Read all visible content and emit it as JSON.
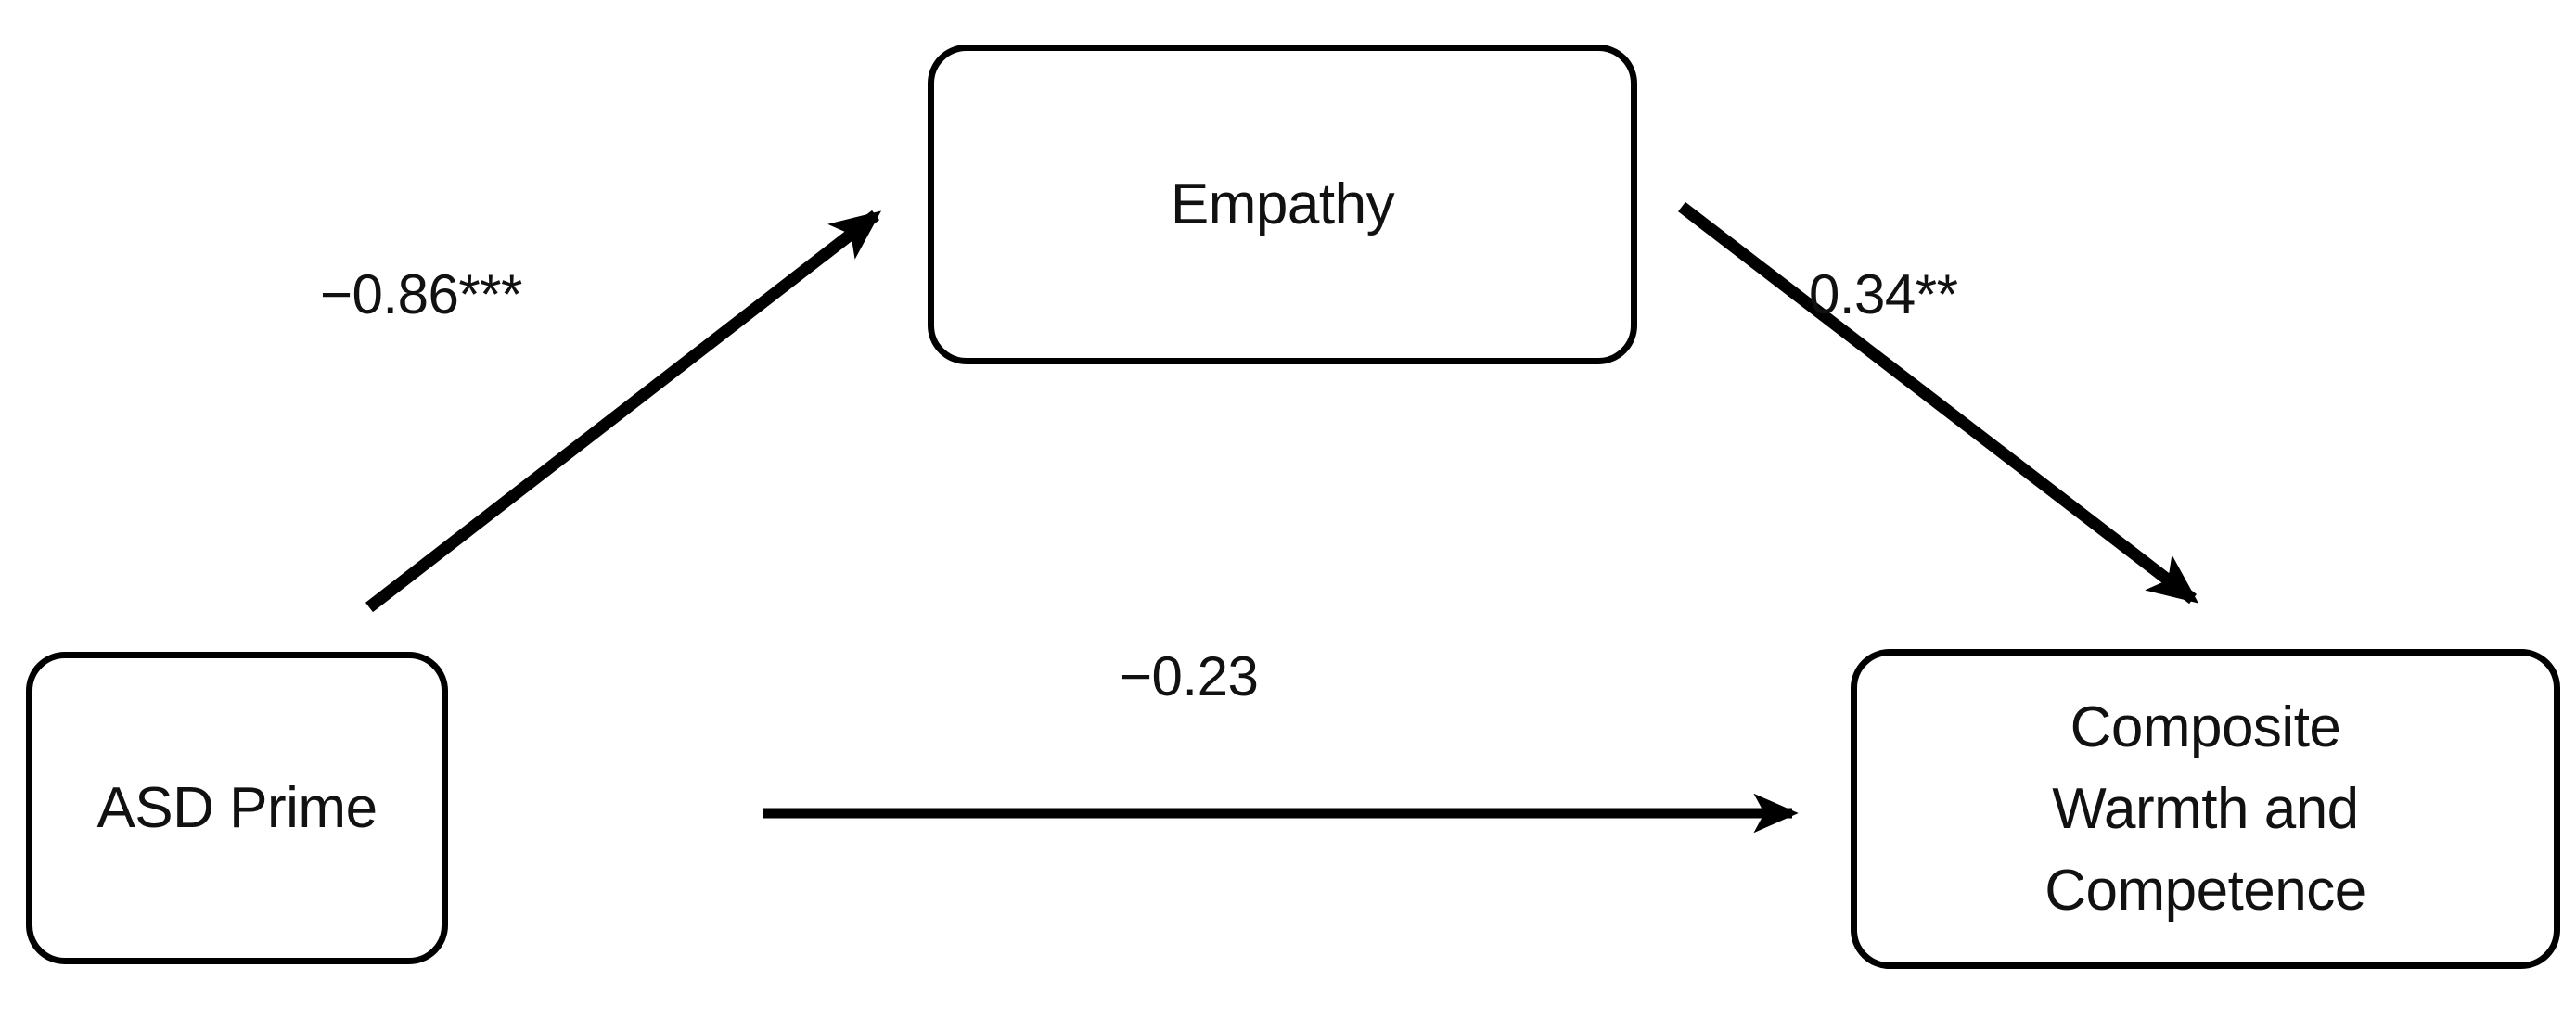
{
  "figure": {
    "type": "mediation-path-diagram",
    "background_color": "#ffffff",
    "stroke_color": "#000000"
  },
  "nodes": {
    "mediator": {
      "id": "empathy",
      "label": "Empathy",
      "role": "mediator"
    },
    "predictor": {
      "id": "asd-prime",
      "label": "ASD Prime",
      "role": "independent-variable"
    },
    "outcome": {
      "id": "composite-warmth-competence",
      "label": "Composite\nWarmth and\nCompetence",
      "line1": "Composite",
      "line2": "Warmth and",
      "line3": "Competence",
      "role": "dependent-variable"
    }
  },
  "paths": {
    "a_path": {
      "from": "ASD Prime",
      "to": "Empathy",
      "coefficient": "−0.86",
      "significance": "***",
      "label": "−0.86***",
      "value": -0.86
    },
    "b_path": {
      "from": "Empathy",
      "to": "Composite Warmth and Competence",
      "coefficient": "0.34",
      "significance": "**",
      "label": "0.34**",
      "value": 0.34
    },
    "c_prime_path": {
      "from": "ASD Prime",
      "to": "Composite Warmth and Competence",
      "coefficient": "−0.23",
      "significance": "",
      "label": "−0.23",
      "value": -0.23
    }
  },
  "chart_data": {
    "type": "diagram",
    "title": "",
    "nodes": [
      "ASD Prime",
      "Empathy",
      "Composite Warmth and Competence"
    ],
    "edges": [
      {
        "source": "ASD Prime",
        "target": "Empathy",
        "label": "−0.86***",
        "value": -0.86,
        "stars": 3
      },
      {
        "source": "Empathy",
        "target": "Composite Warmth and Competence",
        "label": "0.34**",
        "value": 0.34,
        "stars": 2
      },
      {
        "source": "ASD Prime",
        "target": "Composite Warmth and Competence",
        "label": "−0.23",
        "value": -0.23,
        "stars": 0
      }
    ]
  }
}
